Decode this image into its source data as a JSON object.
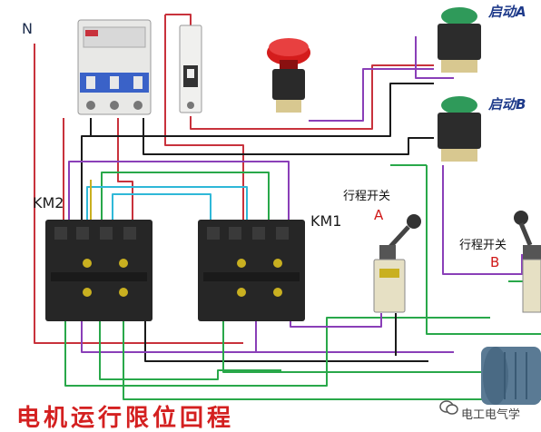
{
  "labels": {
    "neutral": "N",
    "km2": "KM2",
    "km1": "KM1",
    "start_a": "启动A",
    "start_b": "启动B",
    "limit_switch_a": "行程开关",
    "limit_switch_a_letter": "A",
    "limit_switch_b": "行程开关",
    "limit_switch_b_letter": "B"
  },
  "title": "电机运行限位回程",
  "watermark": "电工电气学",
  "colors": {
    "wire_red": "#c8323c",
    "wire_black": "#1a1a1a",
    "wire_green": "#29a84a",
    "wire_purple": "#8a3fb8",
    "wire_cyan": "#2fb8d8",
    "wire_yellow": "#c9b020",
    "title_red": "#d42020",
    "button_green": "#2f9a5a",
    "estop_red": "#d41c1c"
  },
  "icons": [
    "circuit-breaker-icon",
    "single-pole-breaker-icon",
    "emergency-stop-icon",
    "start-button-icon",
    "contactor-icon",
    "limit-switch-icon",
    "motor-icon",
    "wechat-icon"
  ]
}
